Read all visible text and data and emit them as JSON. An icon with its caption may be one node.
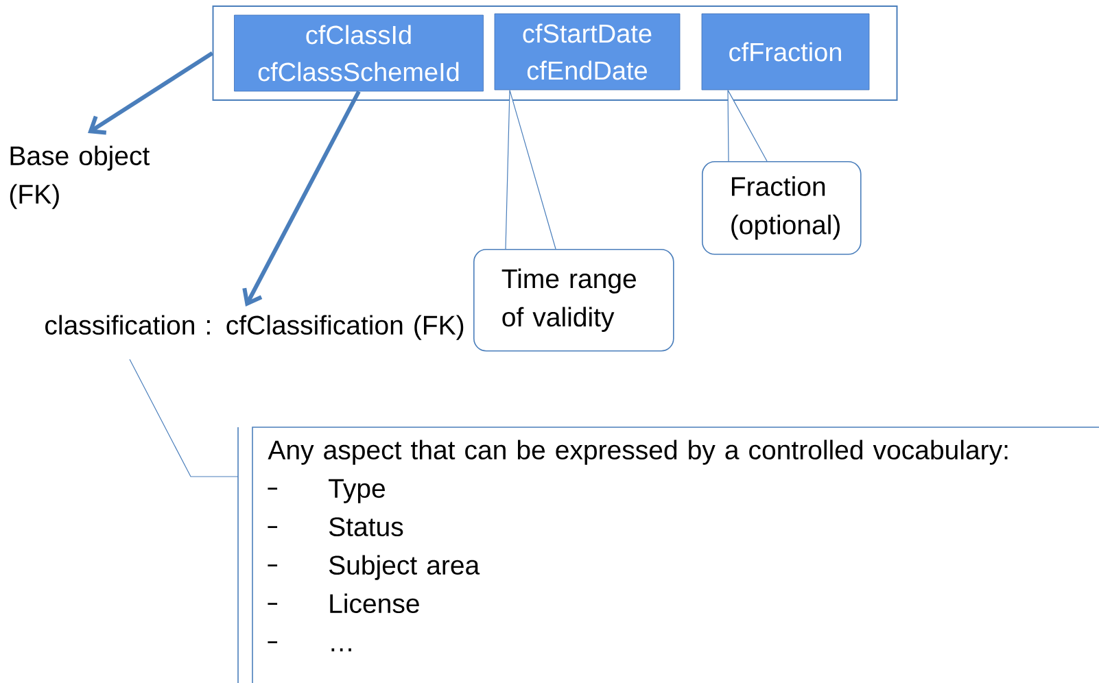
{
  "diagram": {
    "nodes": [
      {
        "text": [],
        "shape": "box"
      },
      {
        "text": [
          "cfClassId",
          "cfClassSchemeId"
        ],
        "in": 0
      },
      {
        "text": [
          "cfStartDate",
          "cfEndDate"
        ],
        "in": 0
      },
      {
        "text": [
          "cfFraction"
        ],
        "in": 0
      },
      {
        "text": [
          "Base object (FK)"
        ]
      },
      {
        "text": [
          "classification : cfClassification (FK)"
        ]
      },
      {
        "text": [
          "Time range of validity"
        ]
      },
      {
        "text": [
          "Fraction (optional)"
        ]
      },
      {
        "text": [
          "Any aspect that can be expressed by a controlled vocabulary:",
          "Type",
          "Status",
          "Subject area",
          "License",
          "…"
        ]
      }
    ],
    "edges": [
      {
        "from": 0,
        "to": 4,
        "arrow": "to",
        "style": "thick"
      },
      {
        "from": 1,
        "to": 5,
        "arrow": "to",
        "style": "thick"
      },
      {
        "from": 6,
        "to": 2,
        "arrow": "none"
      },
      {
        "from": 7,
        "to": 3,
        "arrow": "none"
      },
      {
        "from": 8,
        "to": 5,
        "arrow": "none"
      }
    ]
  }
}
